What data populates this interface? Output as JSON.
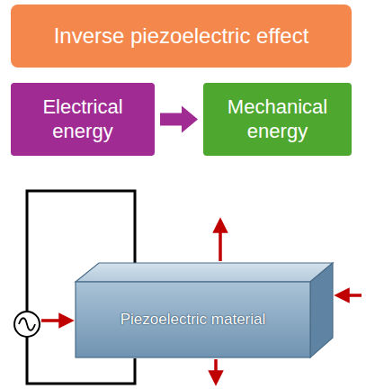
{
  "diagram": {
    "nodes": [
      {
        "text": [
          "Inverse piezoelectric effect"
        ]
      },
      {
        "text": [
          "Electrical energy"
        ]
      },
      {
        "text": [
          "Mechanical energy"
        ]
      },
      {
        "text": [
          "Piezoelectric material"
        ]
      }
    ],
    "edges": [
      {
        "from": 1,
        "to": 2,
        "arrow": "to"
      }
    ]
  }
}
